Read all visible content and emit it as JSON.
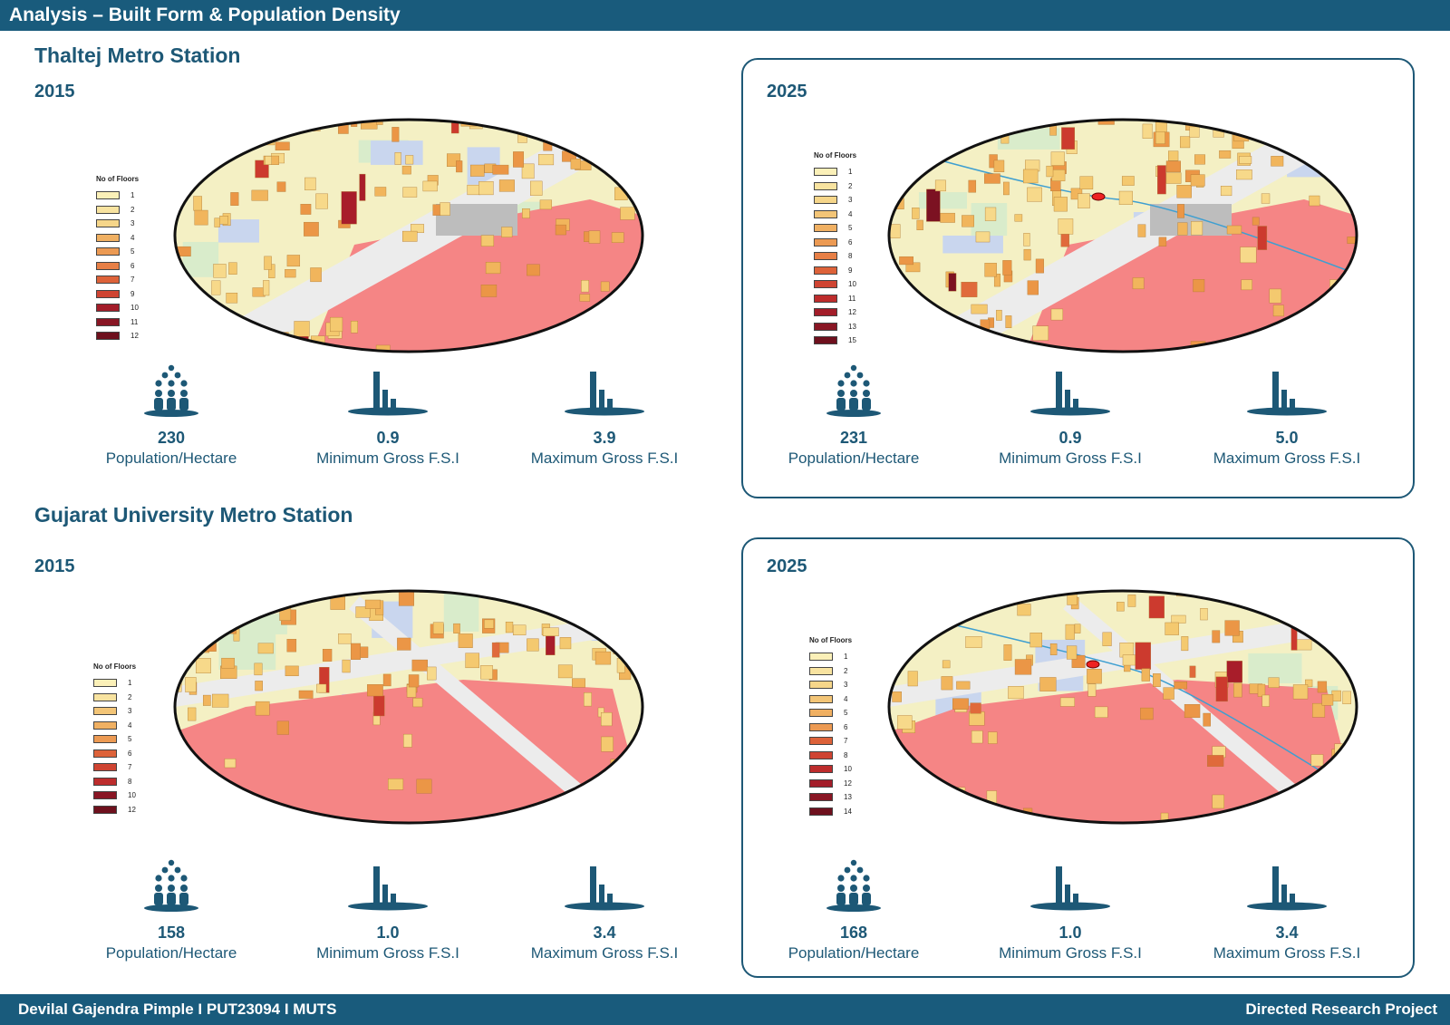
{
  "header": {
    "title": "Analysis – Built Form & Population Density"
  },
  "footer": {
    "left": "Devilal Gajendra Pimple I PUT23094 I MUTS",
    "right": "Directed Research Project"
  },
  "colors": {
    "brand": "#195b7c",
    "legend_ramp": [
      "#fbf0b8",
      "#f8e3a0",
      "#f6d68a",
      "#f3c577",
      "#f0b062",
      "#ec9a53",
      "#e77f46",
      "#dd6239",
      "#cf4432",
      "#bd2c2c",
      "#a31d29",
      "#891624",
      "#6e101d"
    ]
  },
  "sections": [
    {
      "station": "Thaltej Metro Station",
      "panels": [
        {
          "year": "2015",
          "legend": {
            "title": "No of Floors",
            "items": [
              "1",
              "2",
              "3",
              "4",
              "5",
              "6",
              "7",
              "9",
              "10",
              "11",
              "12"
            ]
          },
          "stats": [
            {
              "icon": "population-icon",
              "value": "230",
              "label": "Population/Hectare"
            },
            {
              "icon": "bar-chart-icon",
              "value": "0.9",
              "label": "Minimum Gross F.S.I"
            },
            {
              "icon": "bar-chart-icon",
              "value": "3.9",
              "label": "Maximum Gross F.S.I"
            }
          ]
        },
        {
          "year": "2025",
          "legend": {
            "title": "No of Floors",
            "items": [
              "1",
              "2",
              "3",
              "4",
              "5",
              "6",
              "8",
              "9",
              "10",
              "11",
              "12",
              "13",
              "15"
            ]
          },
          "stats": [
            {
              "icon": "population-icon",
              "value": "231",
              "label": "Population/Hectare"
            },
            {
              "icon": "bar-chart-icon",
              "value": "0.9",
              "label": "Minimum Gross F.S.I"
            },
            {
              "icon": "bar-chart-icon",
              "value": "5.0",
              "label": "Maximum Gross F.S.I"
            }
          ]
        }
      ]
    },
    {
      "station": "Gujarat University Metro Station",
      "panels": [
        {
          "year": "2015",
          "legend": {
            "title": "No of Floors",
            "items": [
              "1",
              "2",
              "3",
              "4",
              "5",
              "6",
              "7",
              "8",
              "10",
              "12"
            ]
          },
          "stats": [
            {
              "icon": "population-icon",
              "value": "158",
              "label": "Population/Hectare"
            },
            {
              "icon": "bar-chart-icon",
              "value": "1.0",
              "label": "Minimum Gross F.S.I"
            },
            {
              "icon": "bar-chart-icon",
              "value": "3.4",
              "label": "Maximum Gross F.S.I"
            }
          ]
        },
        {
          "year": "2025",
          "legend": {
            "title": "No of Floors",
            "items": [
              "1",
              "2",
              "3",
              "4",
              "5",
              "6",
              "7",
              "8",
              "10",
              "12",
              "13",
              "14"
            ]
          },
          "stats": [
            {
              "icon": "population-icon",
              "value": "168",
              "label": "Population/Hectare"
            },
            {
              "icon": "bar-chart-icon",
              "value": "1.0",
              "label": "Minimum Gross F.S.I"
            },
            {
              "icon": "bar-chart-icon",
              "value": "3.4",
              "label": "Maximum Gross F.S.I"
            }
          ]
        }
      ]
    }
  ]
}
